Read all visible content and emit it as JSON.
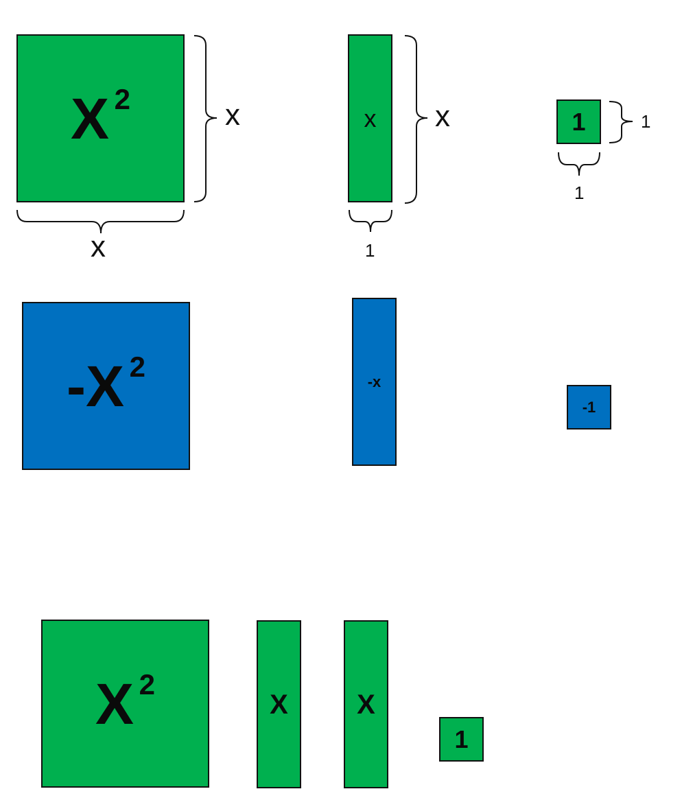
{
  "tiles": {
    "x_squared": {
      "base": "X",
      "exp": "2"
    },
    "x": "x",
    "one": "1",
    "neg_x_squared": {
      "base": "-X",
      "exp": "2"
    },
    "neg_x": "-x",
    "neg_one": "-1",
    "expr_x_squared": {
      "base": "X",
      "exp": "2"
    },
    "expr_x_a": "X",
    "expr_x_b": "X",
    "expr_one": "1"
  },
  "dimensions": {
    "x_squared_height": "x",
    "x_squared_width": "x",
    "x_tile_height": "x",
    "x_tile_width": "1",
    "unit_height": "1",
    "unit_width": "1"
  },
  "colors": {
    "positive": "#00b04f",
    "negative": "#0070c0",
    "outline": "#111111"
  }
}
